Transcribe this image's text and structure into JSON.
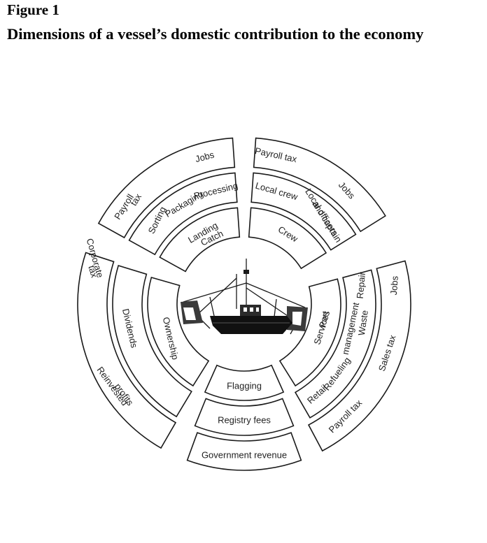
{
  "figure": {
    "label": "Figure 1",
    "title": "Dimensions of a vessel’s domestic contribution to the economy"
  },
  "sectors": [
    {
      "name": "landing",
      "rings": [
        {
          "labels": [
            "Landing",
            "Catch"
          ]
        },
        {
          "labels": [
            "Sorting",
            "Packaging",
            "Processing"
          ]
        },
        {
          "labels": [
            "Payroll",
            "tax",
            "Jobs"
          ]
        }
      ]
    },
    {
      "name": "crew",
      "rings": [
        {
          "labels": [
            "Crew"
          ]
        },
        {
          "labels": [
            "Local crew",
            "Local officers",
            "and captain"
          ]
        },
        {
          "labels": [
            "Payroll tax",
            "Jobs"
          ]
        }
      ]
    },
    {
      "name": "port-services",
      "rings": [
        {
          "labels": [
            "Port",
            "Services"
          ]
        },
        {
          "labels": [
            "Repair",
            "Waste",
            "management",
            "Refueling",
            "Retail"
          ]
        },
        {
          "labels": [
            "Jobs",
            "Sales tax",
            "Payroll tax"
          ]
        }
      ]
    },
    {
      "name": "flagging",
      "rings": [
        {
          "labels": [
            "Flagging"
          ]
        },
        {
          "labels": [
            "Registry fees"
          ]
        },
        {
          "labels": [
            "Government revenue"
          ]
        }
      ]
    },
    {
      "name": "ownership",
      "rings": [
        {
          "labels": [
            "Ownership"
          ]
        },
        {
          "labels": [
            "Dividends"
          ]
        },
        {
          "labels": [
            "Corporate",
            "tax",
            "Reinvested",
            "profits"
          ]
        }
      ]
    }
  ],
  "center": {
    "icon": "fishing-vessel-icon"
  },
  "colors": {
    "stroke": "#1a1a1a",
    "text": "#222222"
  }
}
